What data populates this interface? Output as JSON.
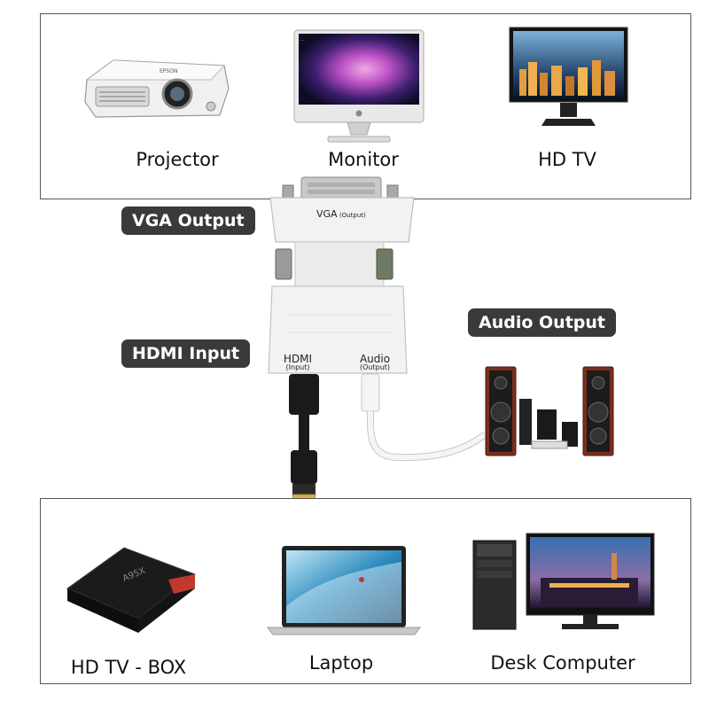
{
  "top_devices": [
    {
      "name": "projector",
      "label": "Projector",
      "brand": "EPSON"
    },
    {
      "name": "monitor",
      "label": "Monitor"
    },
    {
      "name": "hdtv",
      "label": "HD TV"
    }
  ],
  "bottom_devices": [
    {
      "name": "tvbox",
      "label": "HD TV - BOX",
      "brand": "A95X"
    },
    {
      "name": "laptop",
      "label": "Laptop"
    },
    {
      "name": "desktop",
      "label": "Desk Computer"
    }
  ],
  "badges": {
    "vga_output": "VGA Output",
    "hdmi_input": "HDMI Input",
    "audio_output": "Audio Output"
  },
  "adapter": {
    "vga_label": "VGA",
    "vga_sub": "(Output)",
    "hdmi_label": "HDMI",
    "hdmi_sub": "(Input)",
    "audio_label": "Audio",
    "audio_sub": "(Output)"
  },
  "colors": {
    "badge_bg": "#3a3a3a",
    "adapter_body": "#f2f2f2",
    "cable_black": "#1a1a1a",
    "cable_white": "#f5f5f5",
    "speaker_wood": "#7a2e1c",
    "gold_tip": "#d9b04c"
  }
}
